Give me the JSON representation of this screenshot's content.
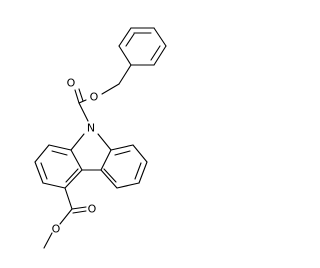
{
  "structure": {
    "atoms": [
      {
        "id": "o_ester_top",
        "label": "O"
      },
      {
        "id": "o_carbonyl_top",
        "label": "O"
      },
      {
        "id": "n_ring",
        "label": "N"
      },
      {
        "id": "o_carbonyl_bottom",
        "label": "O"
      },
      {
        "id": "o_ester_bottom",
        "label": "O"
      }
    ]
  }
}
